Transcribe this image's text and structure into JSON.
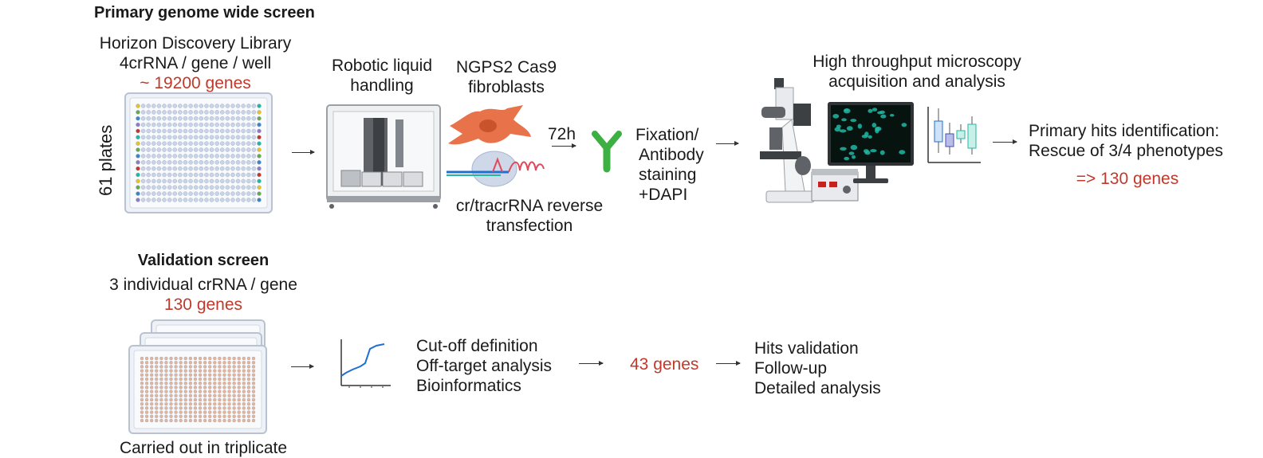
{
  "primary": {
    "heading": "Primary genome wide screen",
    "library": {
      "line1": "Horizon Discovery Library",
      "line2": "4crRNA / gene / well",
      "genes": "~ 19200 genes"
    },
    "plates_label": "61 plates",
    "robotic": {
      "line1": "Robotic liquid",
      "line2": "handling"
    },
    "cells": {
      "line1": "NGPS2 Cas9",
      "line2": "fibroblasts"
    },
    "time": "72h",
    "transfection": {
      "line1": "cr/tracrRNA reverse",
      "line2": "transfection"
    },
    "fixation": {
      "line1": "Fixation/",
      "line2": "Antibody",
      "line3": "staining",
      "line4": "+DAPI"
    },
    "microscopy": {
      "line1": "High throughput microscopy",
      "line2": "acquisition and analysis"
    },
    "hits": {
      "line1": "Primary hits identification:",
      "line2": "Rescue of 3/4 phenotypes",
      "genes": "=> 130 genes"
    }
  },
  "validation": {
    "heading": "Validation screen",
    "crna": "3 individual crRNA / gene",
    "genes": "130  genes",
    "triplicate": "Carried out in triplicate",
    "analysis": {
      "line1": "Cut-off definition",
      "line2": "Off-target analysis",
      "line3": "Bioinformatics"
    },
    "result": "43 genes",
    "followup": {
      "line1": "Hits validation",
      "line2": "Follow-up",
      "line3": "Detailed analysis"
    }
  },
  "colors": {
    "red_text": "#c0392b",
    "plate_well_blue": "#c9d4ea",
    "plate_well_orange": "#e8b496",
    "antibody_green": "#3cb043",
    "fibroblast_orange": "#e8734a",
    "cell_teal": "#20b7a3"
  }
}
